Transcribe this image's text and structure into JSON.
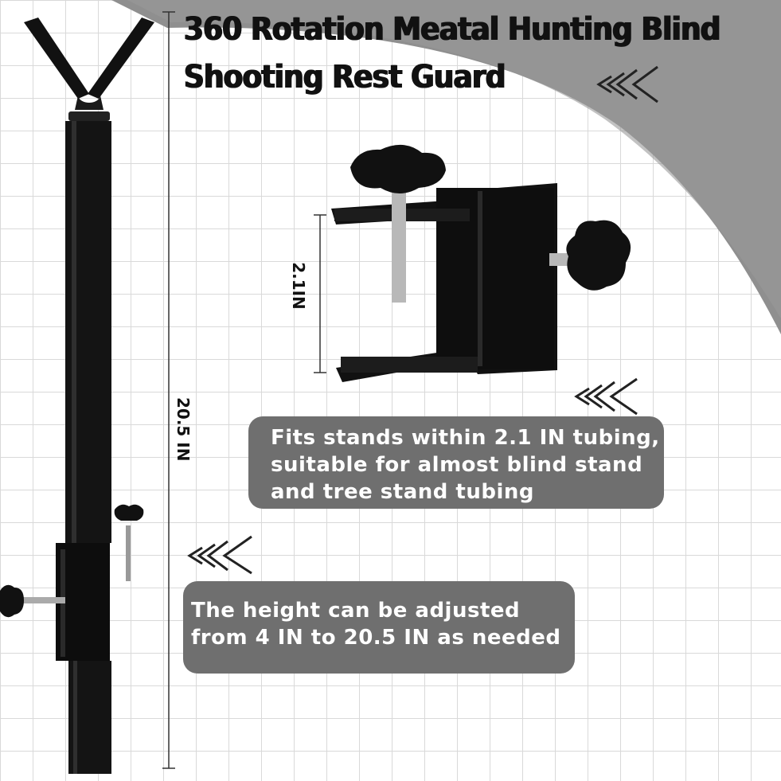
{
  "title": {
    "line1": "360 Rotation Meatal Hunting Blind",
    "line2": "Shooting Rest Guard"
  },
  "dimensions": {
    "total_height": "20.5 IN",
    "clamp_opening": "2.1IN"
  },
  "callouts": {
    "fits": {
      "line1": "Fits stands within 2.1 IN tubing,",
      "line2": "suitable for almost blind stand",
      "line3": "and tree stand tubing"
    },
    "height": {
      "line1": "The height can be adjusted",
      "line2": "from 4 IN to 20.5 IN as needed"
    }
  },
  "colors": {
    "callout_bg": "#6f6f6f",
    "swoosh": "#8f8f8f",
    "metal": "#111111"
  },
  "icons": [
    "chevron-arrows-icon"
  ]
}
